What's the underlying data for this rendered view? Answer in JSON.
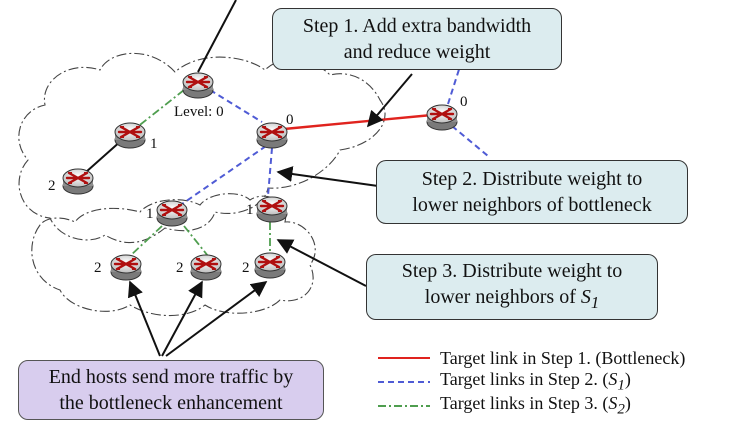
{
  "callouts": {
    "step1": {
      "line1": "Step 1. Add extra bandwidth",
      "line2": "and reduce weight"
    },
    "step2": {
      "line1": "Step 2. Distribute weight to",
      "line2": "lower neighbors of bottleneck"
    },
    "step3": {
      "line1": "Step 3. Distribute weight to",
      "line2_prefix": "lower neighbors of ",
      "line2_var": "S",
      "line2_sub": "1"
    },
    "hosts": {
      "line1": "End hosts send more traffic by",
      "line2": "the bottleneck enhancement"
    }
  },
  "routers": {
    "top": {
      "level_label": "Level: 0"
    },
    "center": {
      "label": "0"
    },
    "right": {
      "label": "0"
    },
    "left_upper": {
      "label": "1"
    },
    "left_lower": {
      "label": "2"
    },
    "mid_left": {
      "label": "1"
    },
    "mid_right": {
      "label": "1"
    },
    "bottom_a": {
      "label": "2"
    },
    "bottom_b": {
      "label": "2"
    },
    "bottom_c": {
      "label": "2"
    }
  },
  "legend": {
    "red": {
      "text": "Target link in Step 1. (Bottleneck)"
    },
    "blue": {
      "prefix": "Target links in Step 2. (",
      "var": "S",
      "sub": "1",
      "suffix": ")"
    },
    "green": {
      "prefix": "Target links in Step 3. (",
      "var": "S",
      "sub": "2",
      "suffix": ")"
    }
  },
  "colors": {
    "bottleneck": "#e0231e",
    "step2": "#4f5bd5",
    "step3": "#4f9e4f",
    "callout_blue": "#dcecef",
    "callout_purple": "#d8cdee"
  }
}
